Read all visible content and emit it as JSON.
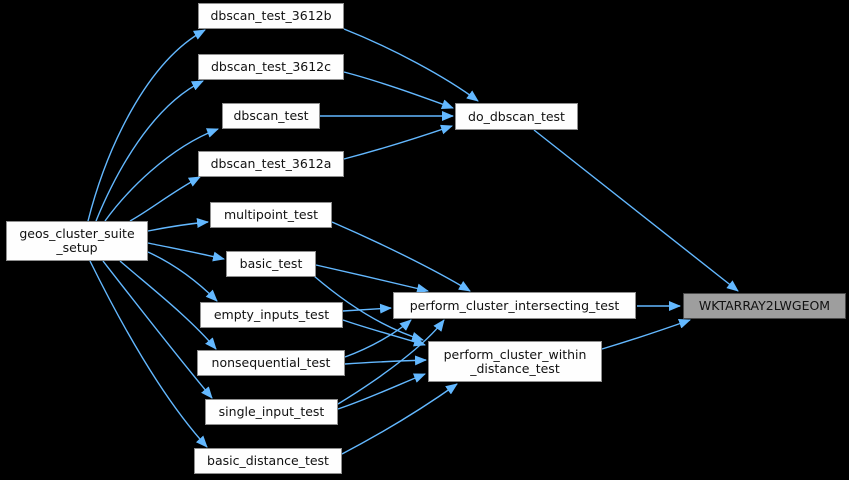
{
  "diagram": {
    "type": "call-graph",
    "colors": {
      "background": "#000000",
      "edge": "#63b8ff",
      "node_fill": "#fefefe",
      "node_border": "#8f8f8f",
      "highlight_node_fill": "#9e9e9e",
      "highlight_node_border": "#4a4a4a",
      "text": "#111111"
    },
    "nodes": {
      "geos_cluster_suite_setup": {
        "label_line1": "geos_cluster_suite",
        "label_line2": "_setup"
      },
      "dbscan_test_3612b": {
        "label": "dbscan_test_3612b"
      },
      "dbscan_test_3612c": {
        "label": "dbscan_test_3612c"
      },
      "dbscan_test": {
        "label": "dbscan_test"
      },
      "dbscan_test_3612a": {
        "label": "dbscan_test_3612a"
      },
      "multipoint_test": {
        "label": "multipoint_test"
      },
      "basic_test": {
        "label": "basic_test"
      },
      "empty_inputs_test": {
        "label": "empty_inputs_test"
      },
      "nonsequential_test": {
        "label": "nonsequential_test"
      },
      "single_input_test": {
        "label": "single_input_test"
      },
      "basic_distance_test": {
        "label": "basic_distance_test"
      },
      "do_dbscan_test": {
        "label": "do_dbscan_test"
      },
      "perform_cluster_intersecting_test": {
        "label": "perform_cluster_intersecting_test"
      },
      "perform_cluster_within_distance_test": {
        "label_line1": "perform_cluster_within",
        "label_line2": "_distance_test"
      },
      "WKTARRAY2LWGEOM": {
        "label": "WKTARRAY2LWGEOM",
        "highlighted": true
      }
    },
    "edges": [
      {
        "from": "geos_cluster_suite_setup",
        "to": "dbscan_test_3612b"
      },
      {
        "from": "geos_cluster_suite_setup",
        "to": "dbscan_test_3612c"
      },
      {
        "from": "geos_cluster_suite_setup",
        "to": "dbscan_test"
      },
      {
        "from": "geos_cluster_suite_setup",
        "to": "dbscan_test_3612a"
      },
      {
        "from": "geos_cluster_suite_setup",
        "to": "multipoint_test"
      },
      {
        "from": "geos_cluster_suite_setup",
        "to": "basic_test"
      },
      {
        "from": "geos_cluster_suite_setup",
        "to": "empty_inputs_test"
      },
      {
        "from": "geos_cluster_suite_setup",
        "to": "nonsequential_test"
      },
      {
        "from": "geos_cluster_suite_setup",
        "to": "single_input_test"
      },
      {
        "from": "geos_cluster_suite_setup",
        "to": "basic_distance_test"
      },
      {
        "from": "dbscan_test_3612b",
        "to": "do_dbscan_test"
      },
      {
        "from": "dbscan_test_3612c",
        "to": "do_dbscan_test"
      },
      {
        "from": "dbscan_test",
        "to": "do_dbscan_test"
      },
      {
        "from": "dbscan_test_3612a",
        "to": "do_dbscan_test"
      },
      {
        "from": "do_dbscan_test",
        "to": "WKTARRAY2LWGEOM"
      },
      {
        "from": "multipoint_test",
        "to": "perform_cluster_intersecting_test"
      },
      {
        "from": "basic_test",
        "to": "perform_cluster_intersecting_test"
      },
      {
        "from": "empty_inputs_test",
        "to": "perform_cluster_intersecting_test"
      },
      {
        "from": "nonsequential_test",
        "to": "perform_cluster_intersecting_test"
      },
      {
        "from": "single_input_test",
        "to": "perform_cluster_intersecting_test"
      },
      {
        "from": "basic_test",
        "to": "perform_cluster_within_distance_test"
      },
      {
        "from": "empty_inputs_test",
        "to": "perform_cluster_within_distance_test"
      },
      {
        "from": "nonsequential_test",
        "to": "perform_cluster_within_distance_test"
      },
      {
        "from": "single_input_test",
        "to": "perform_cluster_within_distance_test"
      },
      {
        "from": "basic_distance_test",
        "to": "perform_cluster_within_distance_test"
      },
      {
        "from": "perform_cluster_intersecting_test",
        "to": "WKTARRAY2LWGEOM"
      },
      {
        "from": "perform_cluster_within_distance_test",
        "to": "WKTARRAY2LWGEOM"
      }
    ]
  }
}
